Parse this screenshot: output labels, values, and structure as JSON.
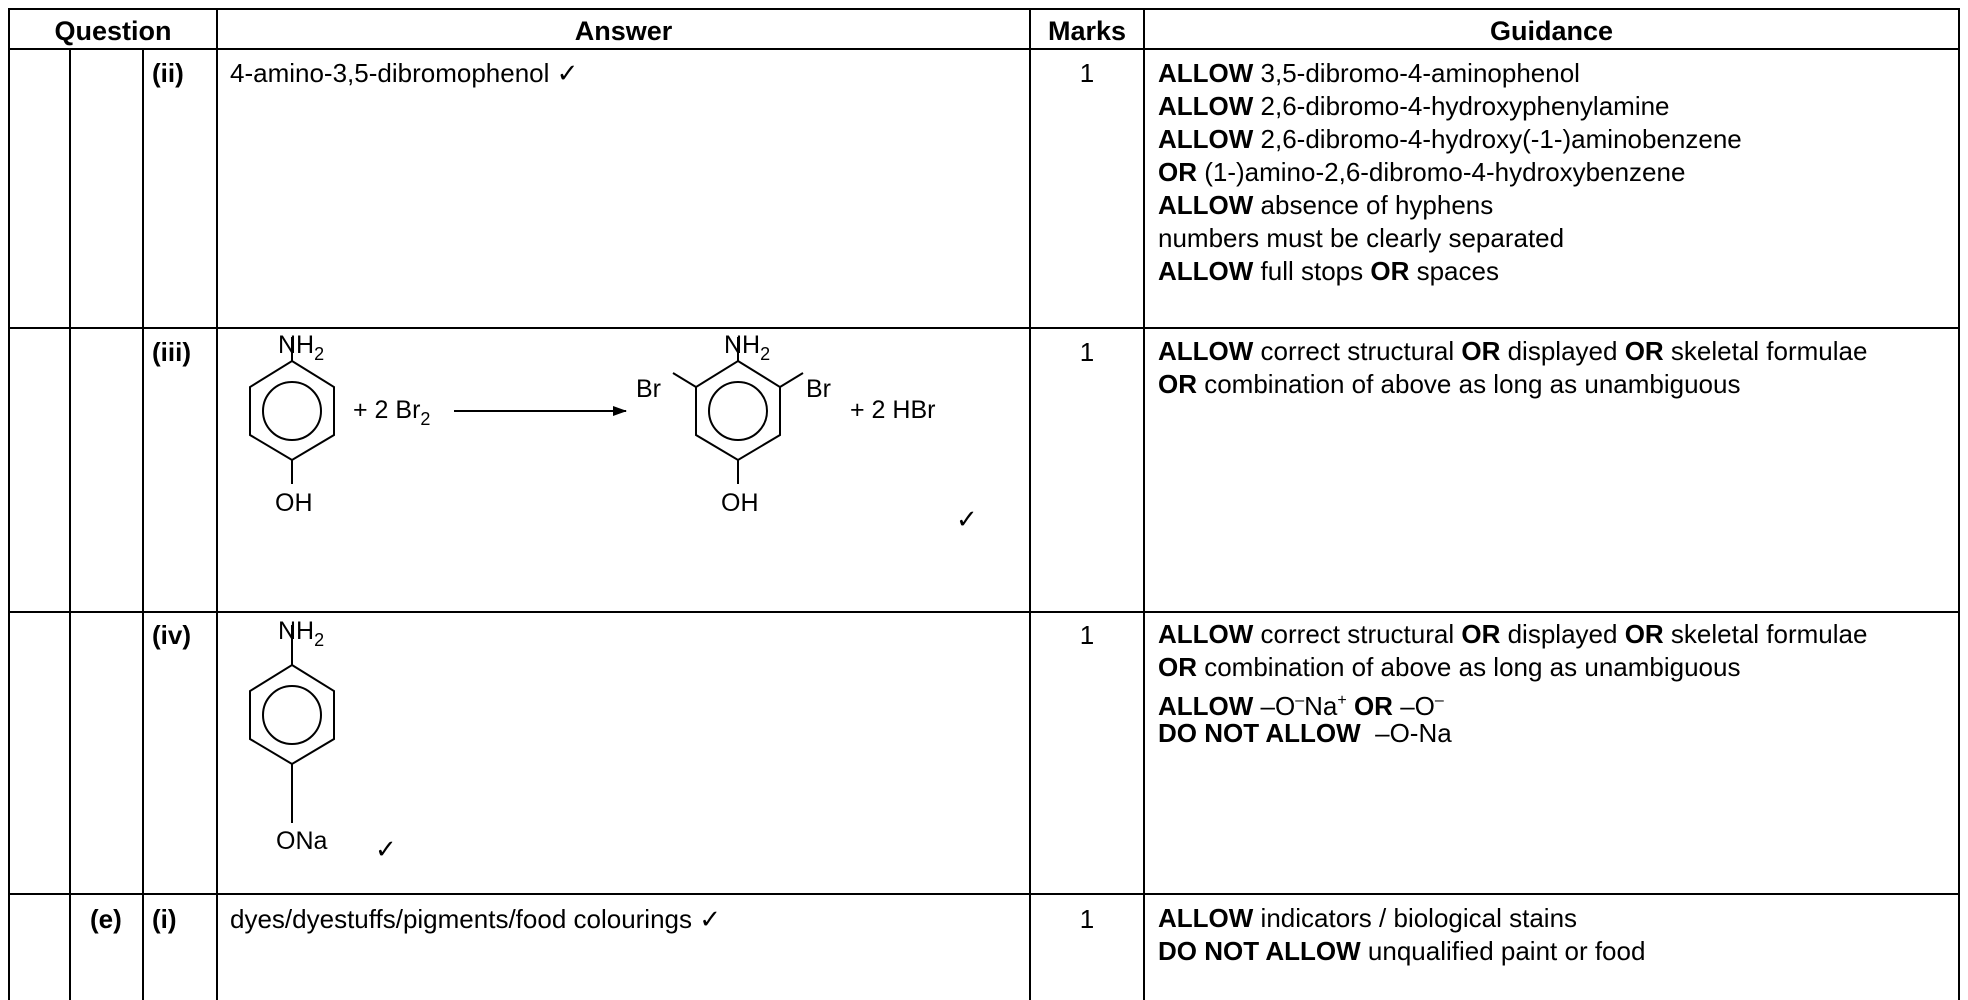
{
  "header": {
    "question": "Question",
    "answer": "Answer",
    "marks": "Marks",
    "guidance": "Guidance"
  },
  "rows": [
    {
      "part": "",
      "sub": "(ii)",
      "answer": "4-amino-3,5-dibromophenol ✓",
      "marks": "1",
      "guidance": [
        {
          "b": "ALLOW",
          "t": " 3,5-dibromo-4-aminophenol"
        },
        {
          "b": "ALLOW",
          "t": " 2,6-dibromo-4-hydroxyphenylamine"
        },
        {
          "b": "ALLOW",
          "t": " 2,6-dibromo-4-hydroxy(-1-)aminobenzene"
        },
        {
          "b": "OR",
          "t": " (1-)amino-2,6-dibromo-4-hydroxybenzene"
        },
        {
          "b": "ALLOW",
          "t": " absence of hyphens"
        },
        {
          "b": "",
          "t": "numbers must be clearly separated"
        },
        {
          "b": "ALLOW",
          "t": " full stops ",
          "b2": "OR",
          "t2": " spaces"
        }
      ]
    },
    {
      "part": "",
      "sub": "(iii)",
      "marks": "1",
      "equation": {
        "reactant_top": "NH",
        "reactant_top_sub": "2",
        "reactant_bottom": "OH",
        "reagent": "+ 2 Br",
        "reagent_sub": "2",
        "product_top": "NH",
        "product_top_sub": "2",
        "product_left": "Br",
        "product_right": "Br",
        "product_bottom": "OH",
        "byproduct": "+ 2 HBr",
        "tick": "✓"
      },
      "guidance": {
        "l1_b1": "ALLOW",
        "l1_t1": " correct structural ",
        "l1_b2": "OR",
        "l1_t2": " displayed ",
        "l1_b3": "OR",
        "l1_t3": " skeletal formulae",
        "l2_b1": "OR",
        "l2_t1": " combination of above as long as unambiguous"
      }
    },
    {
      "part": "",
      "sub": "(iv)",
      "marks": "1",
      "structure": {
        "top": "NH",
        "top_sub": "2",
        "bottom": "ONa",
        "tick": "✓"
      },
      "guidance": {
        "l1_b1": "ALLOW",
        "l1_t1": " correct structural ",
        "l1_b2": "OR",
        "l1_t2": " displayed ",
        "l1_b3": "OR",
        "l1_t3": " skeletal formulae",
        "l2_b1": "OR",
        "l2_t1": " combination of above as long as unambiguous",
        "l3_b1": "ALLOW",
        "l3_t1": " –O",
        "l3_sup1": "–",
        "l3_t2": "Na",
        "l3_sup2": "+",
        "l3_b2": " OR",
        "l3_t3": " –O",
        "l3_sup3": "–",
        "l4_b1": "DO NOT ALLOW",
        "l4_t1": "  –O-Na"
      }
    },
    {
      "part": "(e)",
      "sub": "(i)",
      "answer": "dyes/dyestuffs/pigments/food colourings ✓",
      "marks": "1",
      "guidance": [
        {
          "b": "ALLOW",
          "t": " indicators / biological stains"
        },
        {
          "b": "DO NOT ALLOW",
          "t": " unqualified paint or food"
        }
      ]
    }
  ]
}
